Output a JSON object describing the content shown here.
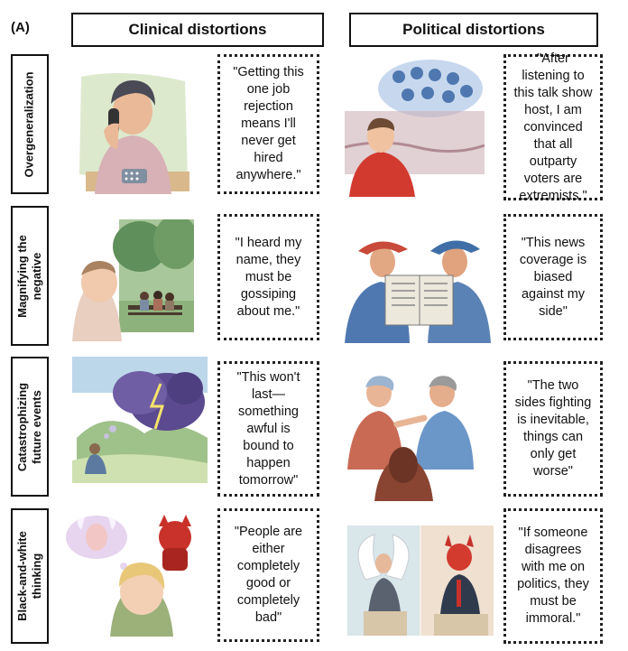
{
  "panel_label": "(A)",
  "columns": {
    "clinical": "Clinical distortions",
    "political": "Political distortions"
  },
  "rows": [
    {
      "label": "Overgeneralization",
      "clinical_quote": "\"Getting this one job rejection means I'll never get hired anywhere.\"",
      "political_quote": "\"After listening to this talk show host, I am convinced that all outparty voters are extremists.\""
    },
    {
      "label": "Magnifying the\nnegative",
      "clinical_quote": "\"I heard my name, they must be gossiping about me.\"",
      "political_quote": "\"This news coverage is biased against my side\""
    },
    {
      "label": "Catastrophizing\nfuture events",
      "clinical_quote": "\"This won't last— something awful is bound to happen tomorrow\"",
      "political_quote": "\"The two sides fighting is inevitable, things can only get worse\""
    },
    {
      "label": "Black-and-white\nthinking",
      "clinical_quote": "\"People are either completely good or completely bad\"",
      "political_quote": "\"If someone disagrees with me on politics, they must be immoral.\""
    }
  ],
  "colors": {
    "border": "#111111",
    "cloud": "#5b4a8f",
    "devil": "#c8322a",
    "shirt_red": "#d23a30",
    "shirt_blue": "#4f78b0"
  }
}
